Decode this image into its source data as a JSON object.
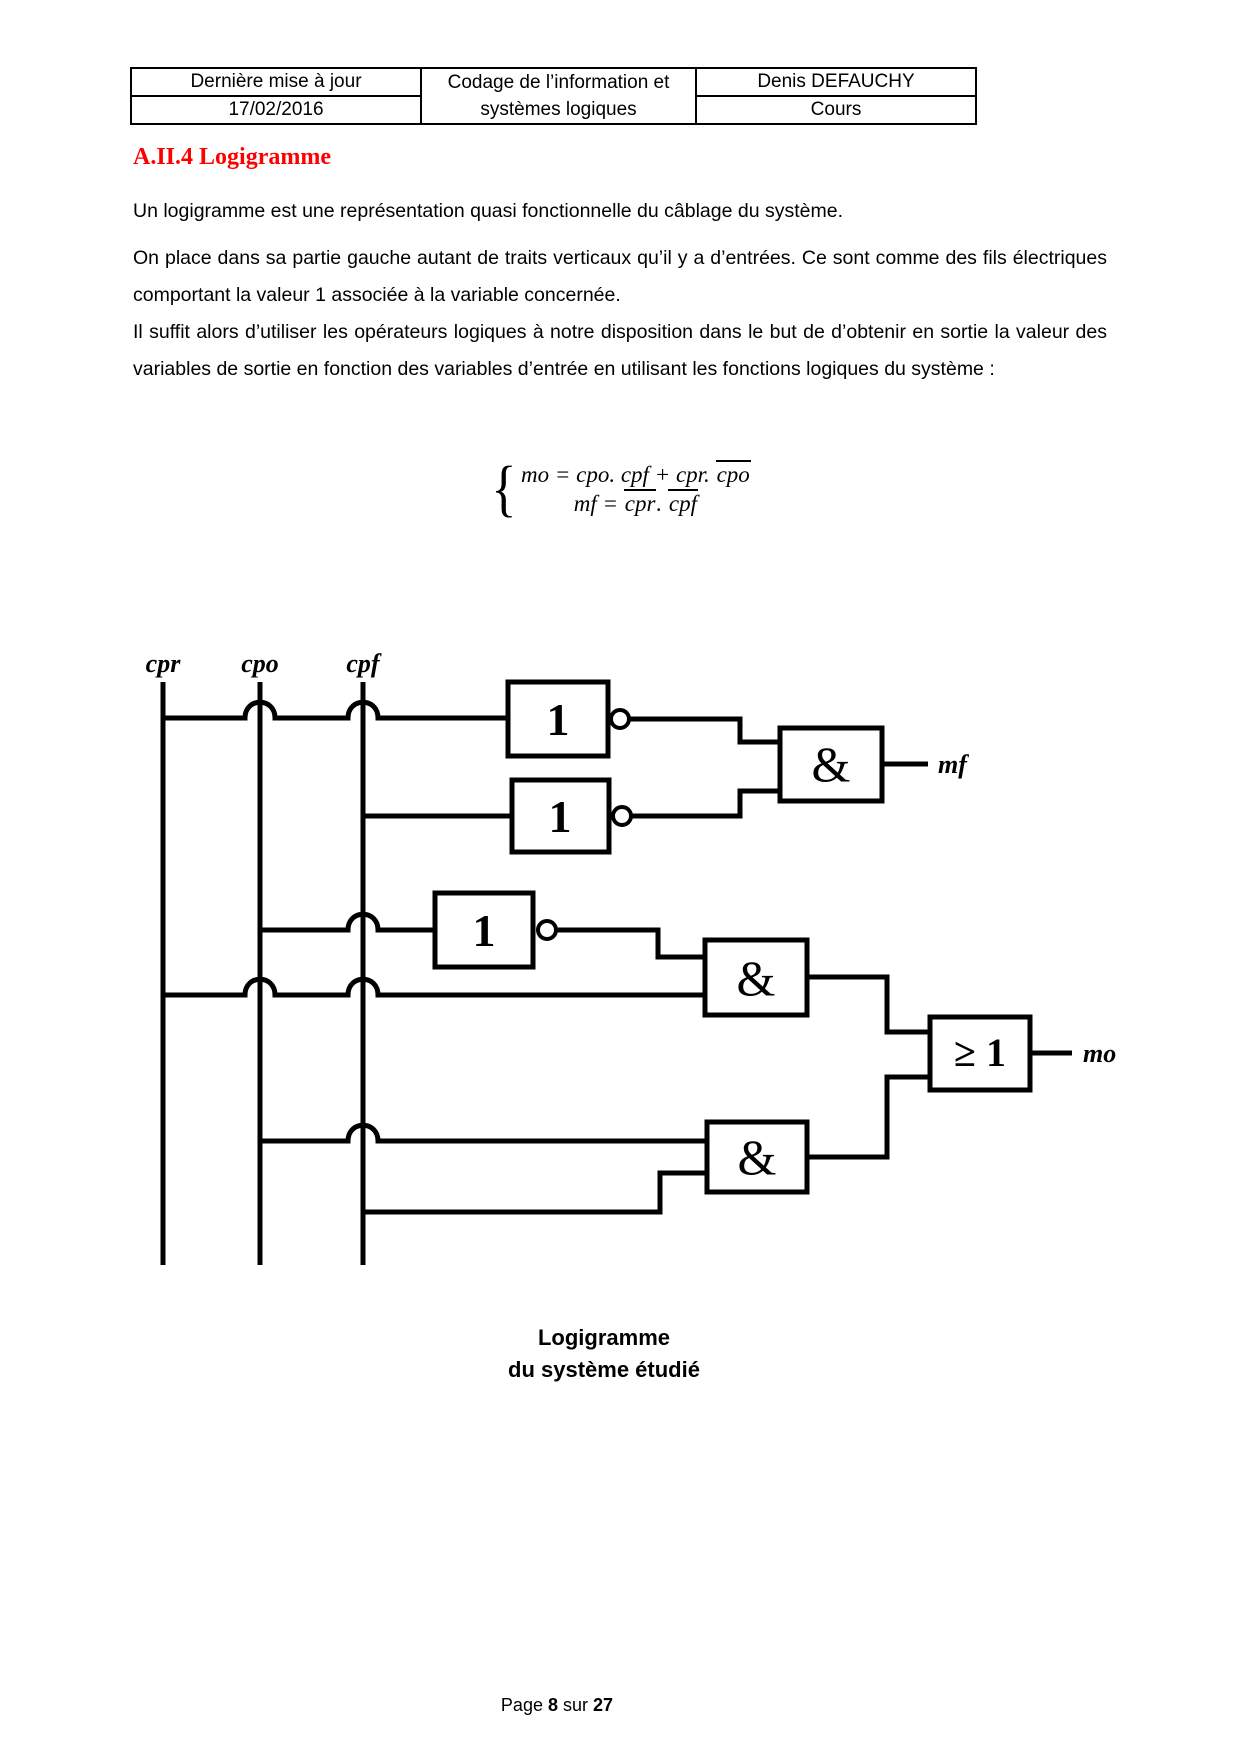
{
  "header": {
    "last_update_label": "Dernière mise à jour",
    "last_update_date": "17/02/2016",
    "course_title_line1": "Codage de l’information et",
    "course_title_line2": "systèmes logiques",
    "author": "Denis DEFAUCHY",
    "doc_type": "Cours"
  },
  "heading": "A.II.4 Logigramme",
  "paragraphs": {
    "p1": "Un logigramme est une représentation quasi fonctionnelle du câblage du système.",
    "p2": "On place dans sa partie gauche autant de traits verticaux qu’il y a d’entrées. Ce sont comme des fils électriques comportant la valeur 1 associée à la variable concernée.",
    "p3": "Il suffit alors d’utiliser les opérateurs logiques à notre disposition dans le but de d’obtenir en sortie la valeur des variables de sortie en fonction des variables d’entrée en utilisant les fonctions logiques du système :"
  },
  "formula": {
    "brace": "{",
    "line1": {
      "pre": "mo = cpo. cpf + cpr. ",
      "over": "cpo"
    },
    "line2": {
      "pre": "mf = ",
      "over1": "cpr",
      "dot": ". ",
      "over2": "cpf"
    }
  },
  "diagram": {
    "inputs": [
      "cpr",
      "cpo",
      "cpf"
    ],
    "outputs": [
      "mf",
      "mo"
    ],
    "not_gate_label": "1",
    "and_gate_label": "&",
    "or_gate_label": "≥ 1"
  },
  "caption": {
    "line1": "Logigramme",
    "line2": "du système étudié"
  },
  "footer": {
    "prefix": "Page",
    "page": "8",
    "separator": "sur",
    "total": "27"
  }
}
